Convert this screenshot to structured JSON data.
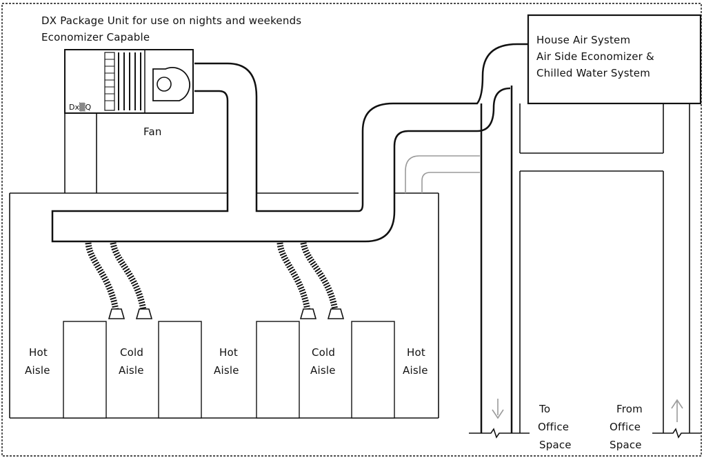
{
  "header": {
    "line1": "DX Package Unit for use on nights and weekends",
    "line2": "Economizer Capable"
  },
  "package_unit": {
    "fan_label": "Fan",
    "panel_label": "Dx▒Q"
  },
  "house_air": {
    "line1": "House Air System",
    "line2": "Air Side Economizer &",
    "line3": "Chilled Water System"
  },
  "aisles": [
    {
      "line1": "Hot",
      "line2": "Aisle"
    },
    {
      "line1": "Cold",
      "line2": "Aisle"
    },
    {
      "line1": "Hot",
      "line2": "Aisle"
    },
    {
      "line1": "Cold",
      "line2": "Aisle"
    },
    {
      "line1": "Hot",
      "line2": "Aisle"
    }
  ],
  "to_office": {
    "line1": "To",
    "line2": "Office",
    "line3": "Space"
  },
  "from_office": {
    "line1": "From",
    "line2": "Office",
    "line3": "Space"
  },
  "colors": {
    "ink": "#111111",
    "gray": "#9a9a9a",
    "background": "#ffffff"
  }
}
